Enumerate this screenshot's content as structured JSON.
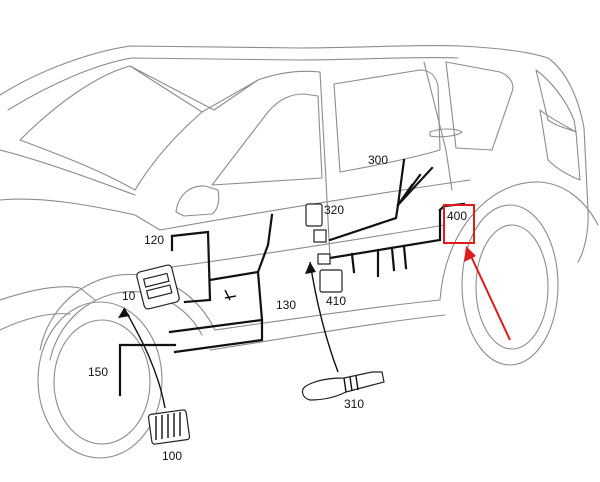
{
  "diagram": {
    "callouts": {
      "c10": "10",
      "c100": "100",
      "c120": "120",
      "c130": "130",
      "c150": "150",
      "c300": "300",
      "c310": "310",
      "c320": "320",
      "c400": "400",
      "c410": "410"
    },
    "highlight_color": "#e01b1b"
  }
}
